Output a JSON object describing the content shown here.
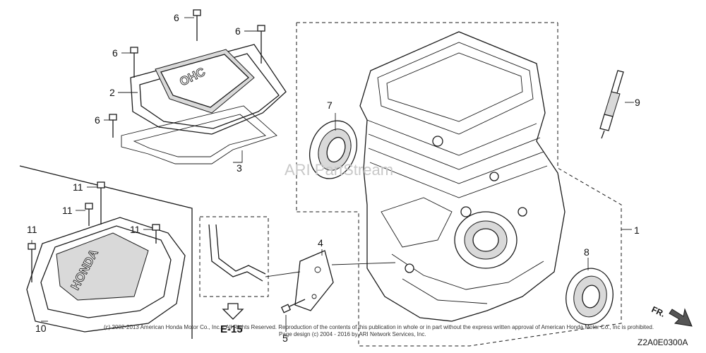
{
  "callouts": {
    "c1": "1",
    "c2": "2",
    "c3": "3",
    "c4": "4",
    "c5": "5",
    "c6a": "6",
    "c6b": "6",
    "c6c": "6",
    "c6d": "6",
    "c7": "7",
    "c8": "8",
    "c9": "9",
    "c10": "10",
    "c11a": "11",
    "c11b": "11",
    "c11c": "11",
    "c11d": "11"
  },
  "reference": "E-15",
  "direction_label": "FR.",
  "watermark": "ARI PartStream",
  "copyright_line1": "(c) 2002-2013 American Honda Motor Co., Inc. - All Rights Reserved. Reproduction of the contents of this publication in whole or in part without the express written approval of American Honda Motor Co., Inc is prohibited.",
  "copyright_line2": "Page design (c) 2004 - 2016 by ARI Network Services, Inc.",
  "diagram_code": "Z2A0E0300A",
  "embossed": {
    "ohc": "OHC",
    "honda": "HONDA"
  }
}
